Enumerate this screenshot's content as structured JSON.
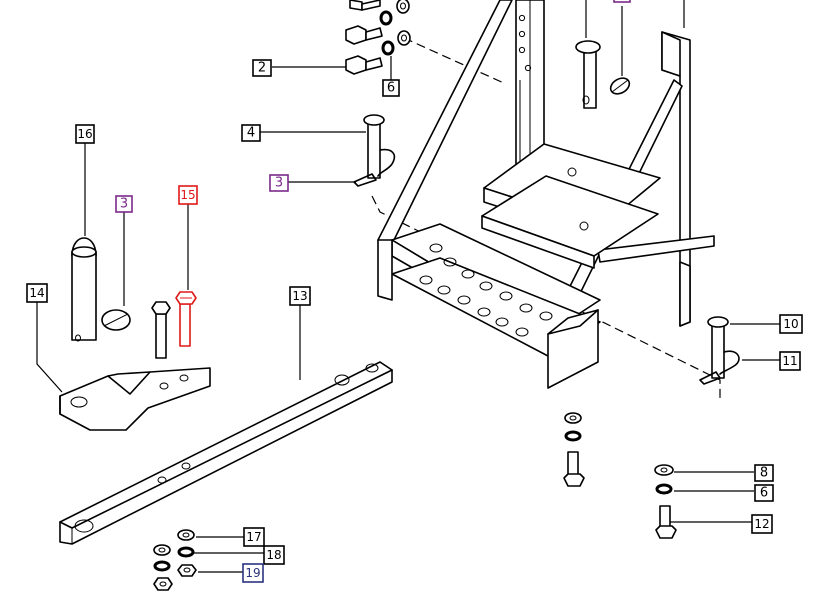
{
  "colors": {
    "line": "#000000",
    "highlight": "#e01818",
    "callout_default": "#000000",
    "callout_purple": "#7a2a8a",
    "callout_blue": "#2a3480"
  },
  "callouts": [
    {
      "id": "c-2",
      "label": "2",
      "color": "#000000"
    },
    {
      "id": "c-6-top",
      "label": "6",
      "color": "#000000"
    },
    {
      "id": "c-4",
      "label": "4",
      "color": "#000000"
    },
    {
      "id": "c-3-mid",
      "label": "3",
      "color": "#7a2a8a"
    },
    {
      "id": "c-16",
      "label": "16",
      "color": "#000000"
    },
    {
      "id": "c-3-left",
      "label": "3",
      "color": "#7a2a8a"
    },
    {
      "id": "c-15",
      "label": "15",
      "color": "#e01818"
    },
    {
      "id": "c-14",
      "label": "14",
      "color": "#000000"
    },
    {
      "id": "c-13",
      "label": "13",
      "color": "#000000"
    },
    {
      "id": "c-10",
      "label": "10",
      "color": "#000000"
    },
    {
      "id": "c-11",
      "label": "11",
      "color": "#000000"
    },
    {
      "id": "c-8",
      "label": "8",
      "color": "#000000"
    },
    {
      "id": "c-6-right",
      "label": "6",
      "color": "#000000"
    },
    {
      "id": "c-12",
      "label": "12",
      "color": "#000000"
    },
    {
      "id": "c-17",
      "label": "17",
      "color": "#000000"
    },
    {
      "id": "c-18",
      "label": "18",
      "color": "#000000"
    },
    {
      "id": "c-19",
      "label": "19",
      "color": "#2a3480"
    },
    {
      "id": "c-top-purple",
      "label": "",
      "color": "#7a2a8a"
    }
  ]
}
